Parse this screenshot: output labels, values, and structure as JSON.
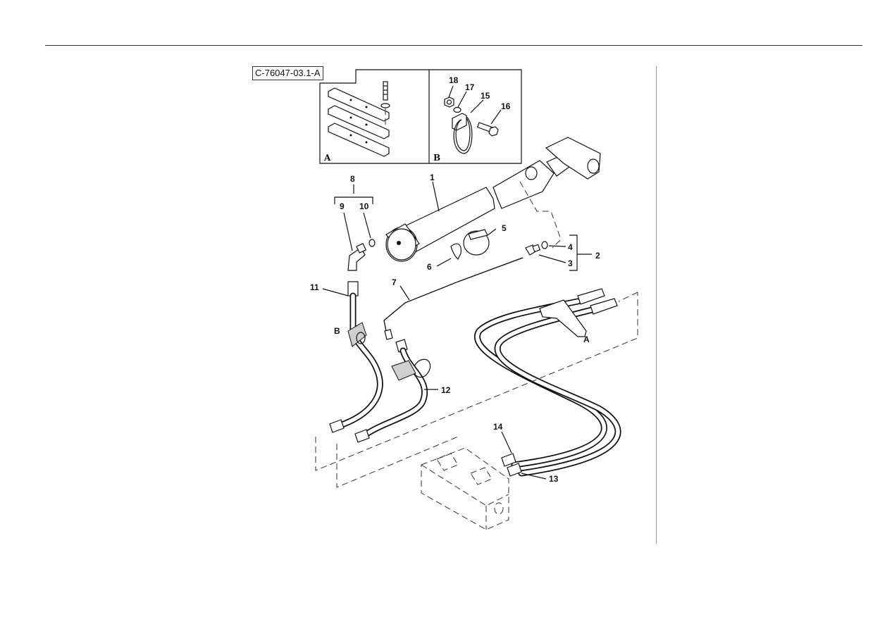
{
  "figure_id": "C-76047-03.1-A",
  "inset_labels": {
    "a": "A",
    "b": "B"
  },
  "callouts": [
    "1",
    "2",
    "3",
    "4",
    "5",
    "6",
    "7",
    "8",
    "9",
    "10",
    "11",
    "12",
    "13",
    "14",
    "15",
    "16",
    "17",
    "18"
  ],
  "view_labels": {
    "a": "A",
    "b": "B"
  }
}
